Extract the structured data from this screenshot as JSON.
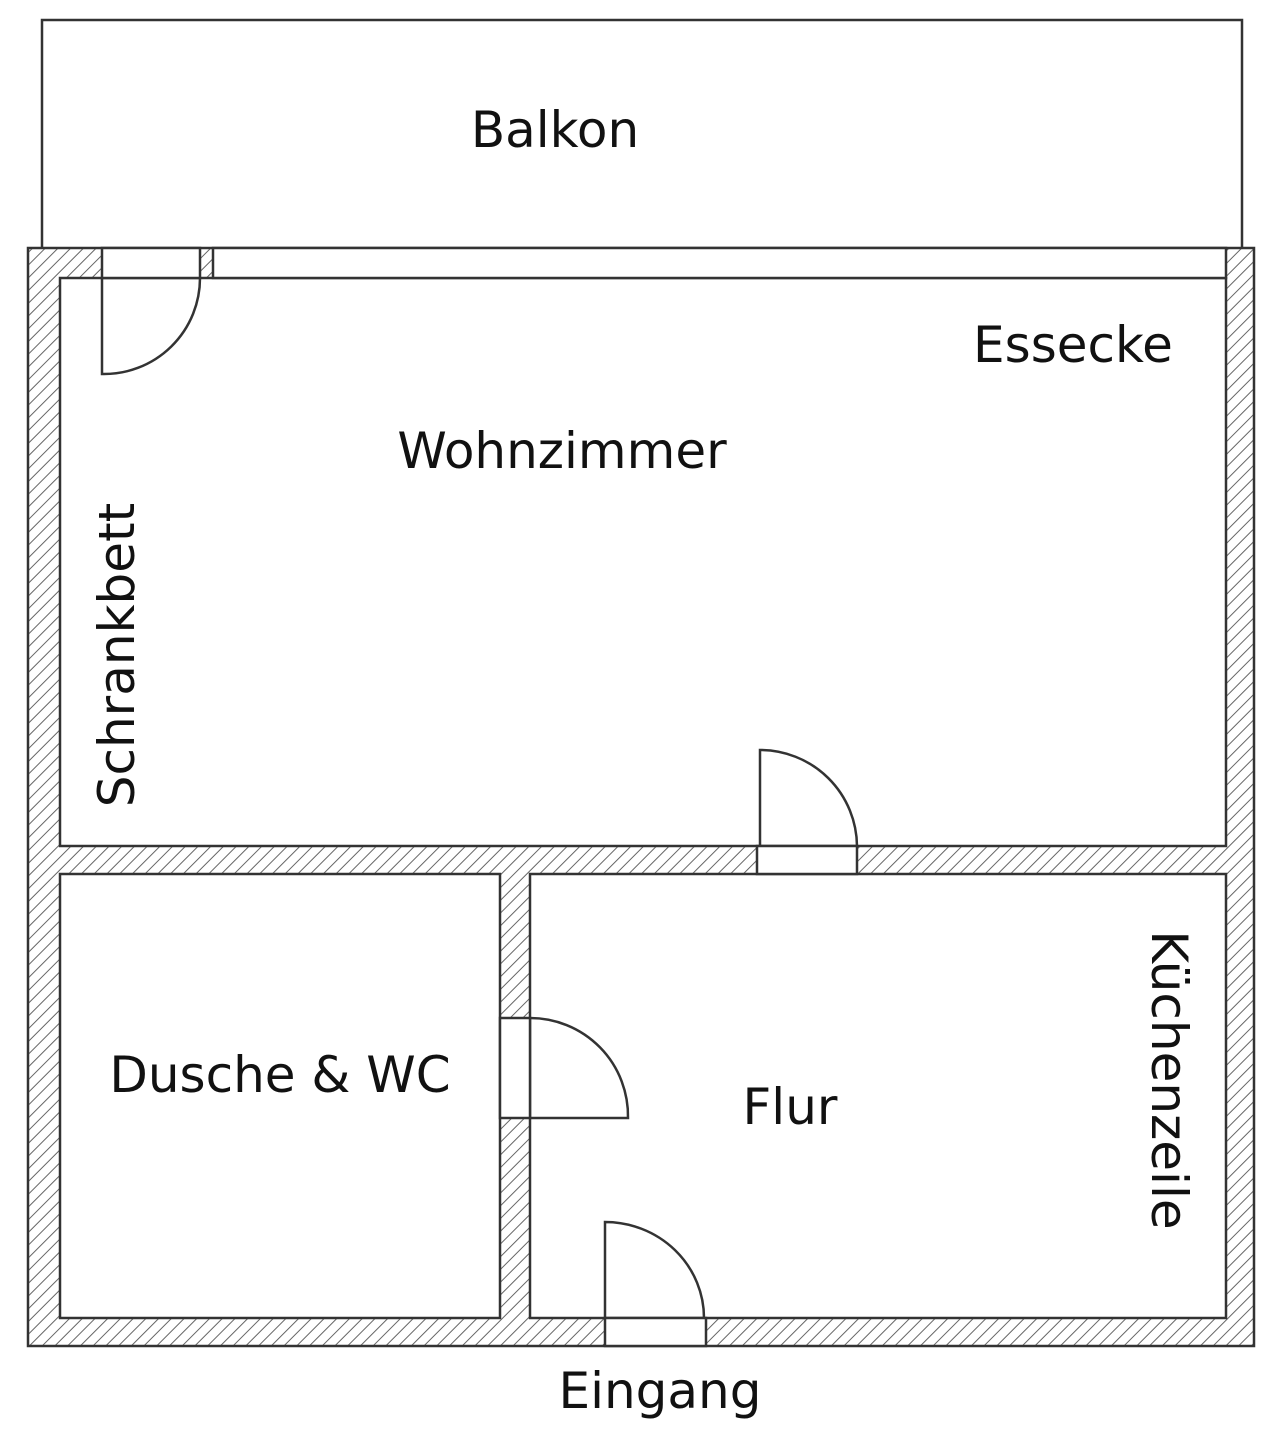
{
  "rooms": {
    "balcony": "Balkon",
    "dining_corner": "Essecke",
    "living_room": "Wohnzimmer",
    "wall_bed": "Schrankbett",
    "bathroom": "Dusche & WC",
    "hallway": "Flur",
    "kitchenette": "Küchenzeile",
    "entrance": "Eingang"
  },
  "colors": {
    "line": "#333333",
    "hatch": "#555555",
    "background": "#ffffff"
  }
}
